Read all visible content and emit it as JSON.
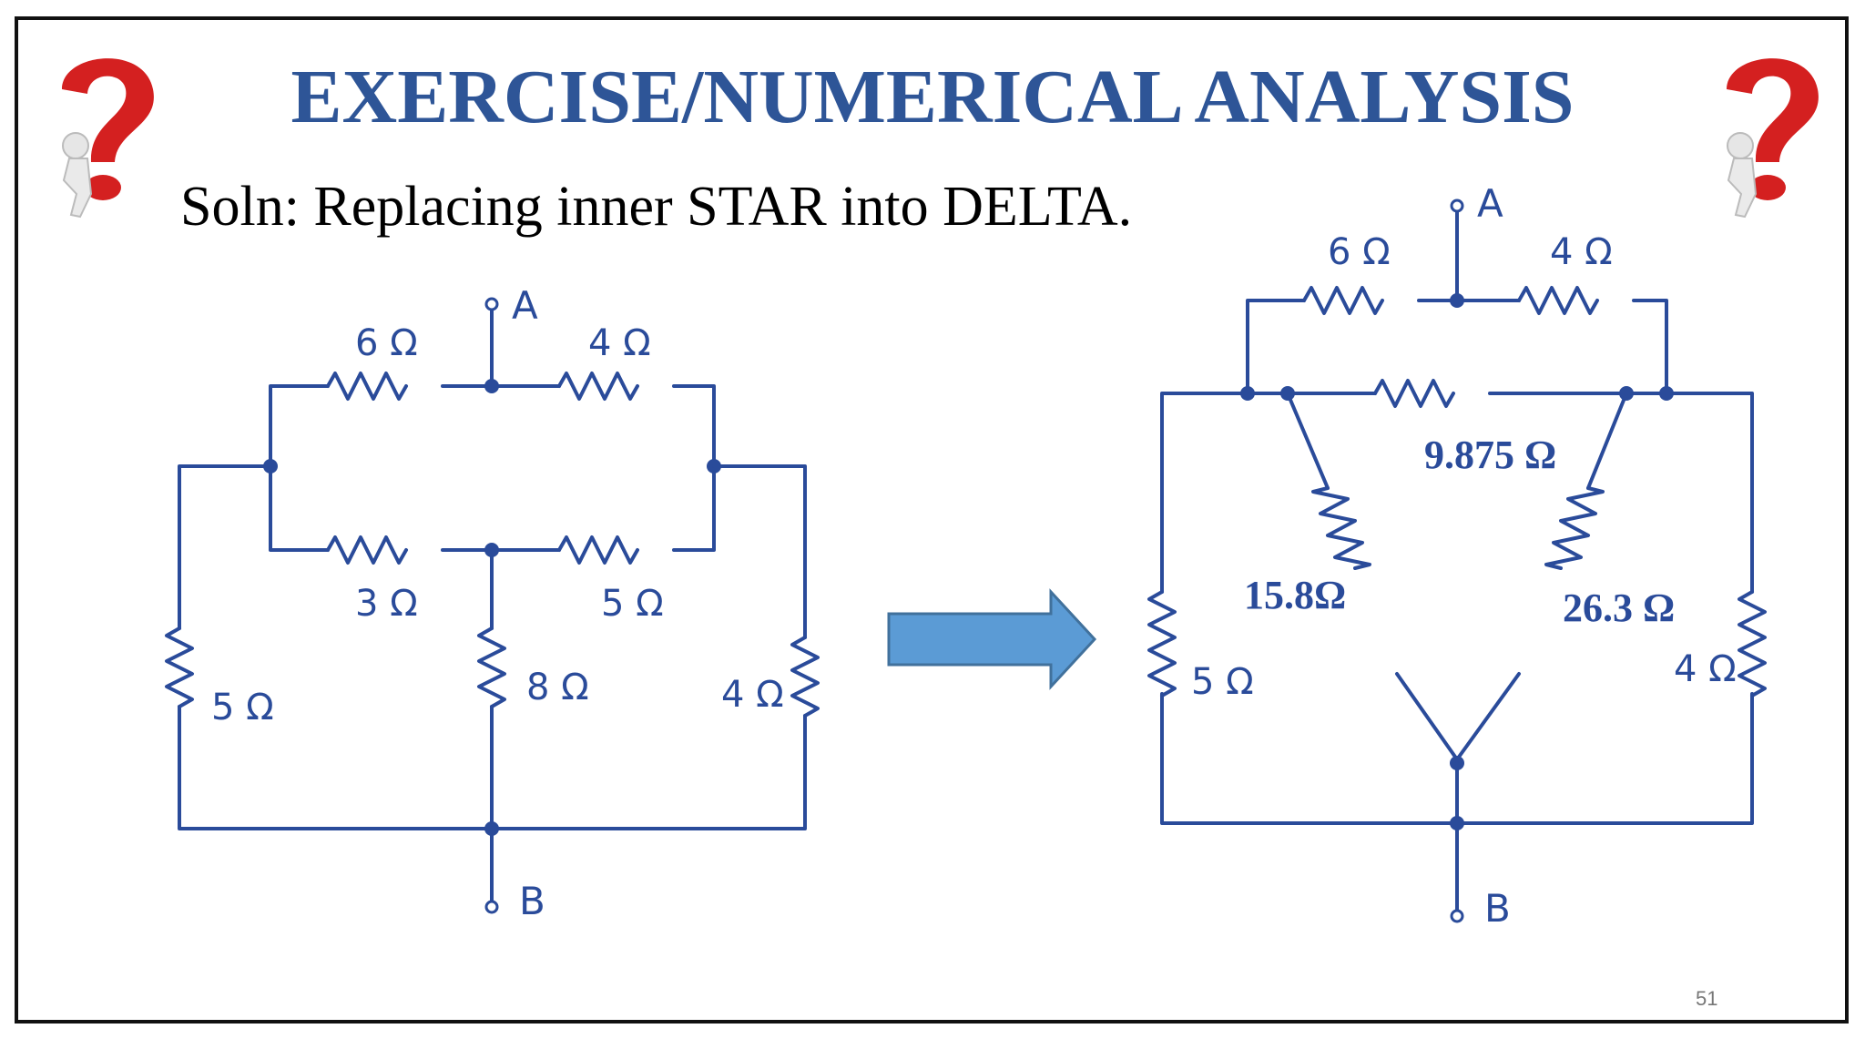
{
  "slide": {
    "title": "EXERCISE/NUMERICAL ANALYSIS",
    "subtitle": "Soln: Replacing inner STAR into DELTA.",
    "page_number": "51"
  },
  "left_circuit": {
    "terminal_top": "A",
    "terminal_bottom": "B",
    "r_top_left": "6 Ω",
    "r_top_right": "4 Ω",
    "r_mid_left": "3 Ω",
    "r_mid_right": "5 Ω",
    "r_center": "8 Ω",
    "r_outer_left": "5 Ω",
    "r_outer_right": "4 Ω"
  },
  "right_circuit": {
    "terminal_top": "A",
    "terminal_bottom": "B",
    "r_top_left": "6 Ω",
    "r_top_right": "4 Ω",
    "r_delta_top": "9.875 Ω",
    "r_delta_left": "15.8Ω",
    "r_delta_right": "26.3 Ω",
    "r_outer_left": "5 Ω",
    "r_outer_right": "4 Ω"
  },
  "colors": {
    "title": "#2e5597",
    "wire": "#2a4b9a",
    "arrow_fill": "#5b9bd5",
    "arrow_stroke": "#41719c",
    "question_mark": "#d42020"
  },
  "icons": [
    "question-mark-figure-icon",
    "right-arrow-icon"
  ]
}
